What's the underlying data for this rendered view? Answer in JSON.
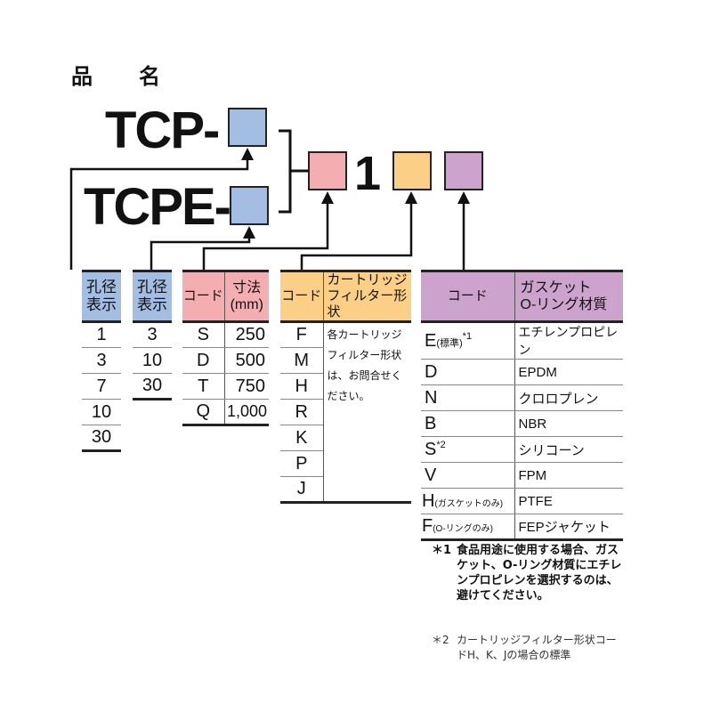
{
  "title": "品　名",
  "model_codes": [
    "TCP-",
    "TCPE-"
  ],
  "fixed_digit": "1",
  "colors": {
    "hole": "#a3bde3",
    "size": "#f4aeb2",
    "shape": "#fbcf86",
    "gasket": "#cca3cc"
  },
  "tables": {
    "hole_tcp": {
      "header": "孔径\n表示",
      "rows": [
        "1",
        "3",
        "7",
        "10",
        "30"
      ]
    },
    "hole_tcpe": {
      "header": "孔径\n表示",
      "rows": [
        "3",
        "10",
        "30"
      ]
    },
    "size": {
      "headers": [
        "コード",
        "寸法\n(mm)"
      ],
      "rows": [
        [
          "S",
          "250"
        ],
        [
          "D",
          "500"
        ],
        [
          "T",
          "750"
        ],
        [
          "Q",
          "1,000"
        ]
      ]
    },
    "shape": {
      "headers": [
        "コード",
        "カートリッジ\nフィルター形状"
      ],
      "codes": [
        "F",
        "M",
        "H",
        "R",
        "K",
        "P",
        "J"
      ],
      "note": "各カートリッジフィルター形状は、お問合せください。"
    },
    "gasket": {
      "headers": [
        "コード",
        "ガスケット\nO-リング材質"
      ],
      "rows": [
        {
          "code": "E",
          "suffix": "(標準)",
          "mark": "*1",
          "material": "エチレンプロピレン"
        },
        {
          "code": "D",
          "suffix": "",
          "mark": "",
          "material": "EPDM"
        },
        {
          "code": "N",
          "suffix": "",
          "mark": "",
          "material": "クロロプレン"
        },
        {
          "code": "B",
          "suffix": "",
          "mark": "",
          "material": "NBR"
        },
        {
          "code": "S",
          "suffix": "",
          "mark": "*2",
          "material": "シリコーン"
        },
        {
          "code": "V",
          "suffix": "",
          "mark": "",
          "material": "FPM"
        },
        {
          "code": "H",
          "suffix": "(ガスケットのみ)",
          "mark": "",
          "material": "PTFE"
        },
        {
          "code": "F",
          "suffix": "(O-リングのみ)",
          "mark": "",
          "material": "FEPジャケット"
        }
      ]
    }
  },
  "notes": [
    {
      "mark": "＊1",
      "text": "食品用途に使用する場合、ガスケット、O-リング材質にエチレンプロピレンを選択するのは、避けてください。"
    },
    {
      "mark": "＊2",
      "text": "カートリッジフィルター形状コードH、K、Jの場合の標準"
    }
  ]
}
